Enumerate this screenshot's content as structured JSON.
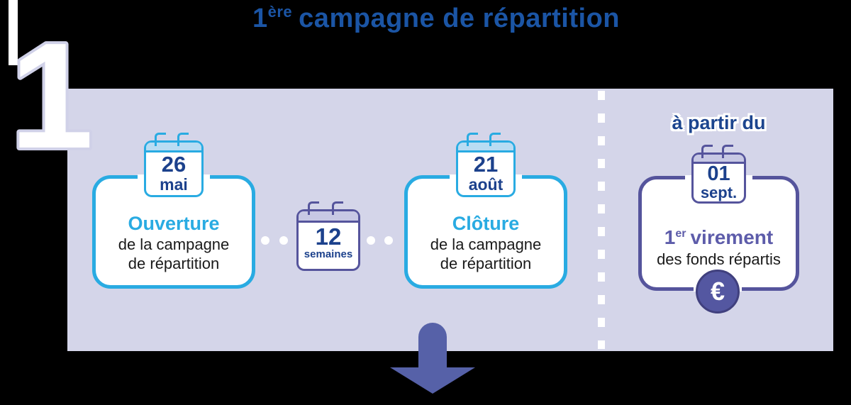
{
  "title": {
    "number": "1",
    "sup": "ère",
    "text": "campagne de répartition"
  },
  "big_number": "1",
  "timeline": {
    "open_card": {
      "day": "26",
      "month": "mai",
      "heading": "Ouverture",
      "line1": "de la campagne",
      "line2": "de répartition"
    },
    "interval": {
      "value": "12",
      "unit": "semaines"
    },
    "close_card": {
      "day": "21",
      "month": "août",
      "heading": "Clôture",
      "line1": "de la campagne",
      "line2": "de répartition"
    }
  },
  "payment": {
    "label": "à partir du",
    "day": "01",
    "month": "sept.",
    "heading_number": "1",
    "heading_sup": "er",
    "heading_word": "virement",
    "subline": "des fonds répartis",
    "currency": "€"
  },
  "colors": {
    "panel": "#d4d5e9",
    "accent_blue": "#29abe2",
    "blue_light": "#b8dcf3",
    "navy": "#1c418c",
    "title_blue": "#1b55a5",
    "purple": "#55549c",
    "purple_light": "#c7c8e4",
    "purple_text": "#5d5caa",
    "coin": "#5457a1",
    "arrow": "#5661a8",
    "body_text": "#1a1a1a",
    "background": "#000000"
  }
}
